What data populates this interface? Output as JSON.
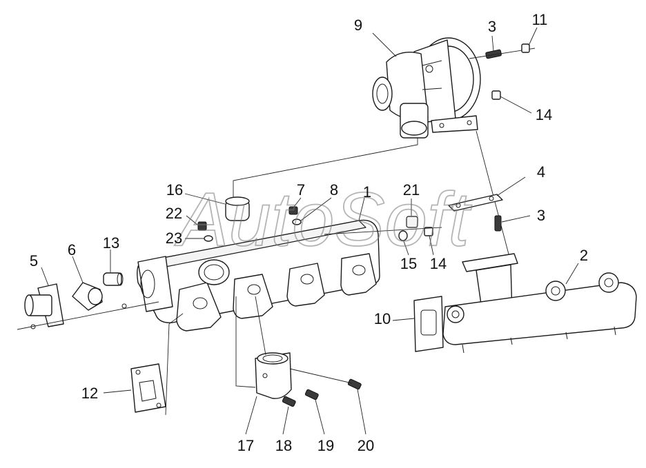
{
  "watermark": "AutoSoft",
  "callouts": [
    {
      "id": "1",
      "label": "1"
    },
    {
      "id": "2",
      "label": "2"
    },
    {
      "id": "3a",
      "label": "3"
    },
    {
      "id": "3b",
      "label": "3"
    },
    {
      "id": "4",
      "label": "4"
    },
    {
      "id": "5",
      "label": "5"
    },
    {
      "id": "6",
      "label": "6"
    },
    {
      "id": "7",
      "label": "7"
    },
    {
      "id": "8",
      "label": "8"
    },
    {
      "id": "9",
      "label": "9"
    },
    {
      "id": "10",
      "label": "10"
    },
    {
      "id": "11",
      "label": "11"
    },
    {
      "id": "12",
      "label": "12"
    },
    {
      "id": "13",
      "label": "13"
    },
    {
      "id": "14a",
      "label": "14"
    },
    {
      "id": "14b",
      "label": "14"
    },
    {
      "id": "15",
      "label": "15"
    },
    {
      "id": "16",
      "label": "16"
    },
    {
      "id": "17",
      "label": "17"
    },
    {
      "id": "18",
      "label": "18"
    },
    {
      "id": "19",
      "label": "19"
    },
    {
      "id": "20",
      "label": "20"
    },
    {
      "id": "21",
      "label": "21"
    },
    {
      "id": "22",
      "label": "22"
    },
    {
      "id": "23",
      "label": "23"
    }
  ]
}
